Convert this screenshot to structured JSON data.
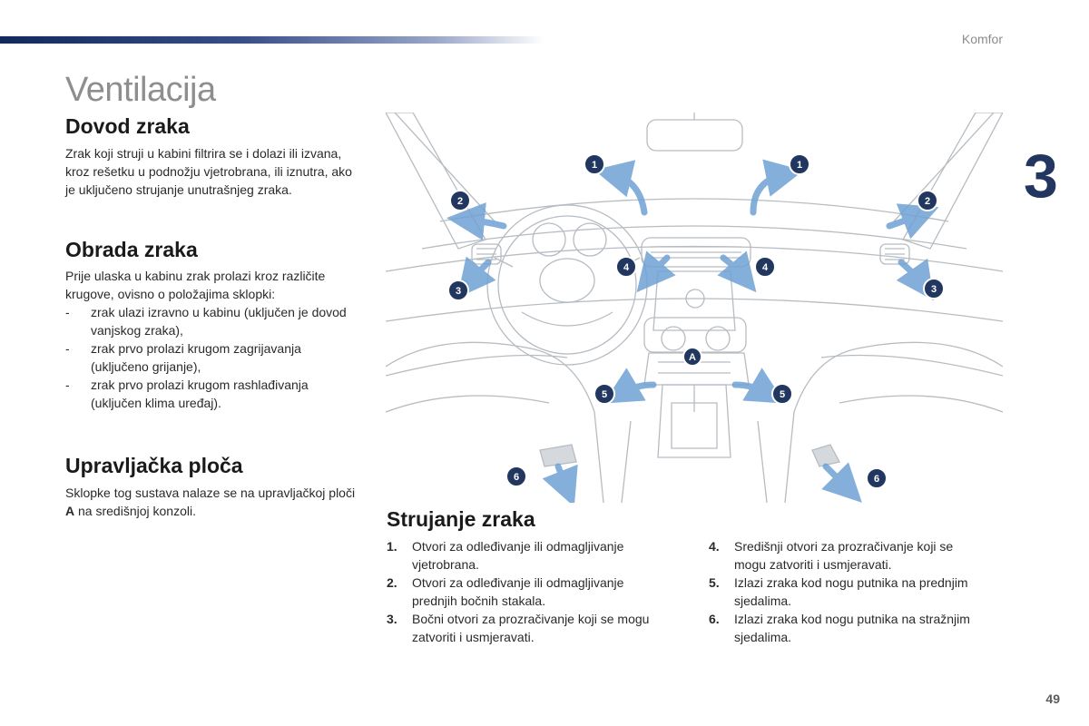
{
  "header": {
    "section_label": "Komfor",
    "chapter_number": "3"
  },
  "title": "Ventilacija",
  "dovod": {
    "heading": "Dovod zraka",
    "text": "Zrak koji struji u kabini filtrira se i dolazi ili izvana, kroz rešetku u podnožju vjetrobrana, ili iznutra, ako je uključeno strujanje unutrašnjeg zraka."
  },
  "obrada": {
    "heading": "Obrada zraka",
    "intro": "Prije ulaska u kabinu zrak prolazi kroz različite krugove, ovisno o položajima sklopki:",
    "items": [
      {
        "dash": "-",
        "text": "zrak ulazi izravno u kabinu (uključen je dovod vanjskog zraka),"
      },
      {
        "dash": "-",
        "text": "zrak prvo prolazi krugom zagrijavanja (uključeno grijanje),"
      },
      {
        "dash": "-",
        "text": "zrak prvo prolazi krugom rashlađivanja (uključen klima uređaj)."
      }
    ]
  },
  "upravljacka": {
    "heading": "Upravljačka ploča",
    "text_before": "Sklopke tog sustava nalaze se na upravljačkoj ploči ",
    "bold": "A",
    "text_after": " na središnjoj konzoli."
  },
  "diagram": {
    "labels": [
      "1",
      "1",
      "2",
      "2",
      "3",
      "3",
      "4",
      "4",
      "5",
      "5",
      "6",
      "6",
      "A"
    ],
    "colors": {
      "badge": "#22375f",
      "arrow": "#6fa2d4",
      "line": "#b6bcc2"
    }
  },
  "strujanje": {
    "heading": "Strujanje zraka",
    "items_left": [
      {
        "num": "1.",
        "text": "Otvori za odleđivanje ili odmagljivanje vjetrobrana."
      },
      {
        "num": "2.",
        "text": "Otvori za odleđivanje ili odmagljivanje prednjih bočnih stakala."
      },
      {
        "num": "3.",
        "text": "Bočni otvori za prozračivanje koji se mogu zatvoriti i usmjeravati."
      }
    ],
    "items_right": [
      {
        "num": "4.",
        "text": "Središnji otvori za prozračivanje koji se mogu zatvoriti i usmjeravati."
      },
      {
        "num": "5.",
        "text": "Izlazi zraka kod nogu putnika na prednjim sjedalima."
      },
      {
        "num": "6.",
        "text": "Izlazi zraka kod nogu putnika na stražnjim sjedalima."
      }
    ]
  },
  "page_number": "49"
}
